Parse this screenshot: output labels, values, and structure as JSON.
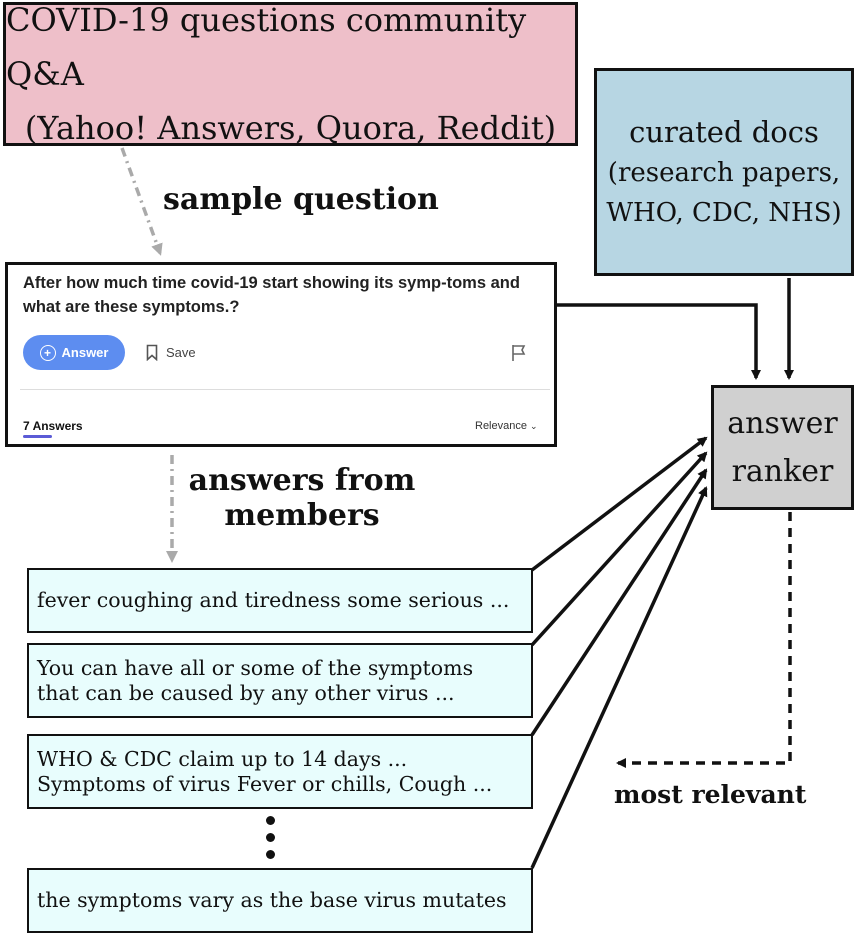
{
  "source_box": {
    "line1": "COVID-19 questions community Q&A",
    "line2": "(Yahoo! Answers, Quora, Reddit)"
  },
  "docs_box": {
    "line1": "curated docs",
    "line2": "(research papers,",
    "line3": "WHO, CDC, NHS)"
  },
  "ranker_box": {
    "line1": "answer",
    "line2": "ranker"
  },
  "labels": {
    "sample_question": "sample question",
    "answers_from_line1": "answers from",
    "answers_from_line2": "members",
    "most_relevant": "most relevant"
  },
  "question_card": {
    "title": "After how much time covid-19 start showing its symp-toms and what are these symptoms.?",
    "answer_button": "Answer",
    "save_label": "Save",
    "answers_count": "7 Answers",
    "sort_label": "Relevance"
  },
  "answers": [
    {
      "line1": "fever coughing and tiredness some serious ..."
    },
    {
      "line1": "You can have all or some of the symptoms",
      "line2": "that can be caused by any other virus ..."
    },
    {
      "line1": "WHO & CDC claim up to 14 days ...",
      "line2": "Symptoms of virus Fever or chills, Cough ..."
    },
    {
      "line1": "the symptoms vary as the base virus mutates"
    }
  ],
  "colors": {
    "source_fill": "#eebfc9",
    "docs_fill": "#b7d6e3",
    "ranker_fill": "#d0d0d0",
    "answer_fill": "#e8fdfd",
    "button_blue": "#5d8df0"
  }
}
